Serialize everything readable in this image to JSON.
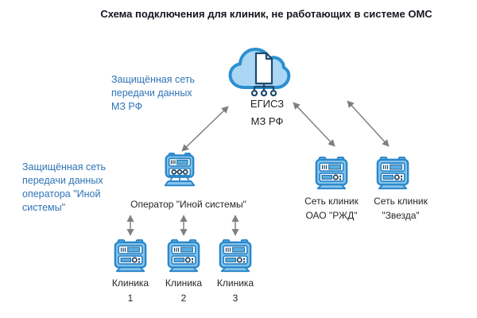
{
  "title": "Схема подключения для клиник, не работающих в системе ОМС",
  "cloud": {
    "name": "ЕГИСЗ",
    "org": "МЗ РФ"
  },
  "annotations": {
    "mz_network": "Защищённая сеть передачи данных МЗ РФ",
    "operator_network": "Защищённая сеть передачи данных оператора \"Иной системы\""
  },
  "nodes": {
    "operator": {
      "label": "Оператор \"Иной системы\""
    },
    "rzd": {
      "label": "Сеть клиник ОАО \"РЖД\""
    },
    "zvezda": {
      "label": "Сеть клиник \"Звезда\""
    },
    "clinic1": {
      "label": "Клиника 1"
    },
    "clinic2": {
      "label": "Клиника 2"
    },
    "clinic3": {
      "label": "Клиника 3"
    }
  },
  "icons": {
    "cloud": "cloud-with-document-and-network-icon",
    "operator": "network-switch-icon",
    "server": "server-rack-icon"
  },
  "colors": {
    "icon_stroke": "#2B87C9",
    "icon_fill": "#85C4EC",
    "icon_screen": "#59ACE0",
    "icon_detail_navy": "#1C3F5E",
    "cloud_fill": "#ABD7F5",
    "cloud_stroke": "#2B8FD0",
    "cloud_detail": "#1B4A6E",
    "annotation_blue": "#2E74B5",
    "arrow_gray": "#7F7F7F",
    "title_text": "#15151F",
    "label_text": "#262626"
  }
}
